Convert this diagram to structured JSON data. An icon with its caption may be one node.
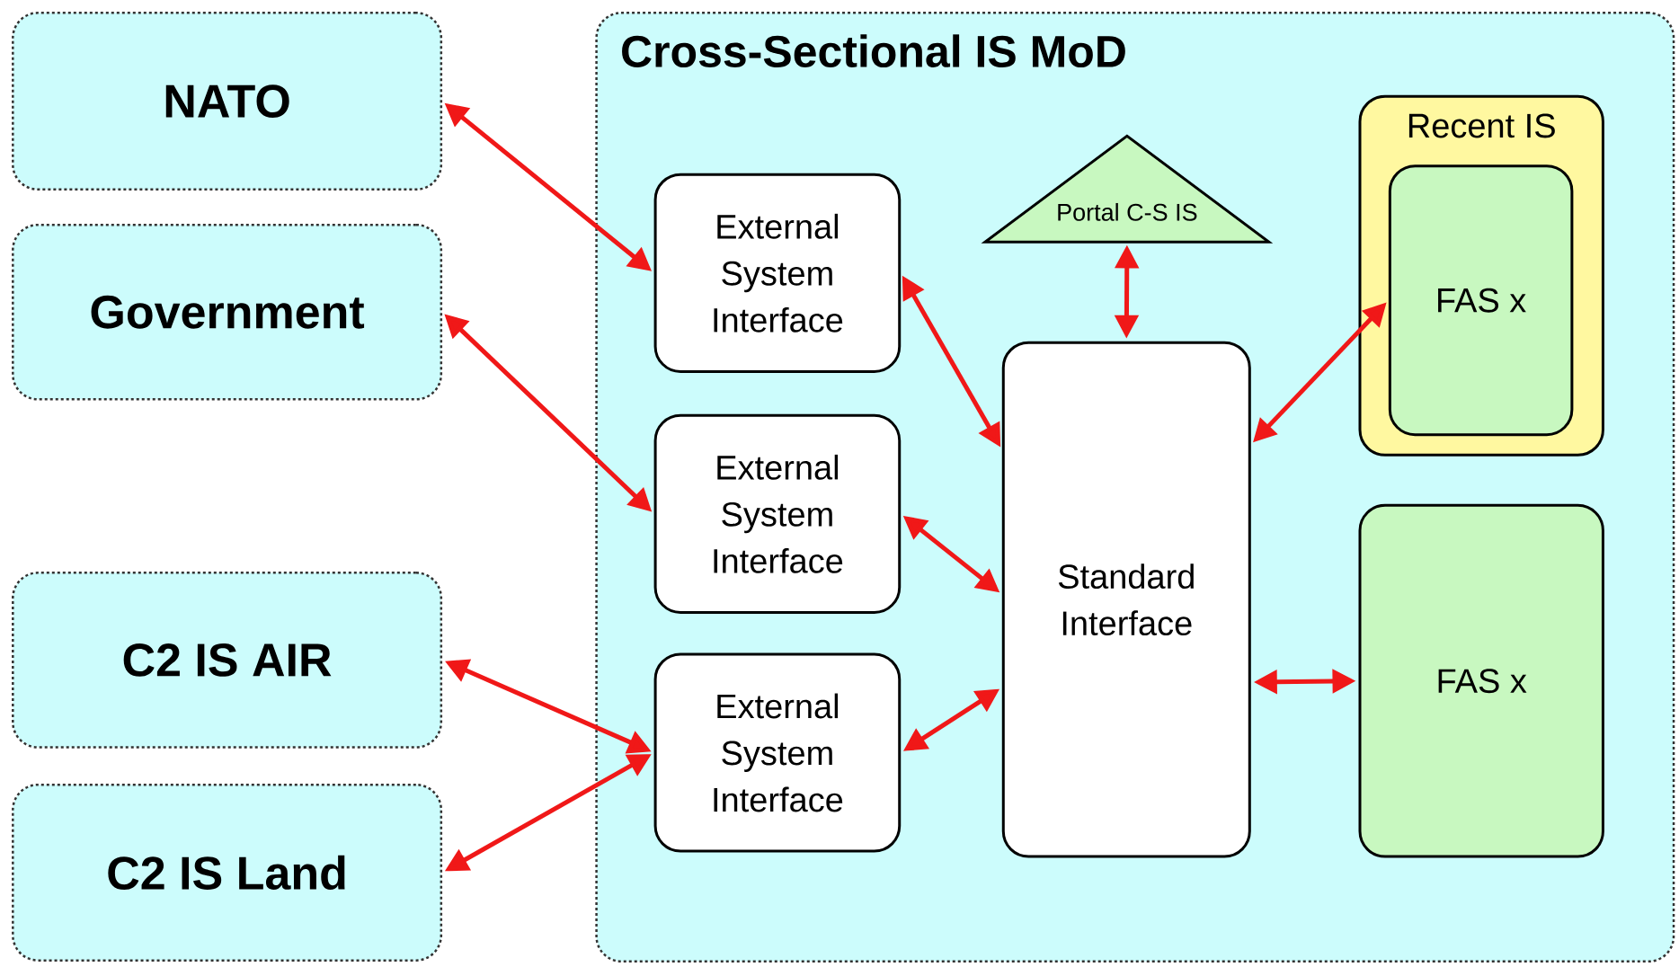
{
  "diagram": {
    "nodes": [
      {
        "text": [
          "NATO"
        ]
      },
      {
        "text": [
          "Government"
        ]
      },
      {
        "text": [
          "C2 IS AIR"
        ]
      },
      {
        "text": [
          "C2 IS Land"
        ]
      },
      {
        "text": [
          "Cross-Sectional IS MoD"
        ]
      },
      {
        "text": [
          "External System Interface"
        ],
        "in": 4
      },
      {
        "text": [
          "External System Interface"
        ],
        "in": 4
      },
      {
        "text": [
          "External System Interface"
        ],
        "in": 4
      },
      {
        "text": [
          "Portal C-S IS"
        ],
        "in": 4
      },
      {
        "text": [
          "Standard Interface"
        ],
        "in": 4
      },
      {
        "text": [
          "Recent IS"
        ],
        "in": 4
      },
      {
        "text": [
          "FAS x"
        ],
        "in": 10
      },
      {
        "text": [
          "FAS x"
        ],
        "in": 4
      }
    ],
    "edges": [
      {
        "from": 0,
        "to": 5,
        "arrow": "both"
      },
      {
        "from": 1,
        "to": 6,
        "arrow": "both"
      },
      {
        "from": 2,
        "to": 7,
        "arrow": "both"
      },
      {
        "from": 3,
        "to": 7,
        "arrow": "both"
      },
      {
        "from": 5,
        "to": 9,
        "arrow": "both"
      },
      {
        "from": 6,
        "to": 9,
        "arrow": "both"
      },
      {
        "from": 7,
        "to": 9,
        "arrow": "both"
      },
      {
        "from": 8,
        "to": 9,
        "arrow": "both"
      },
      {
        "from": 9,
        "to": 11,
        "arrow": "both"
      },
      {
        "from": 9,
        "to": 12,
        "arrow": "both"
      }
    ]
  }
}
